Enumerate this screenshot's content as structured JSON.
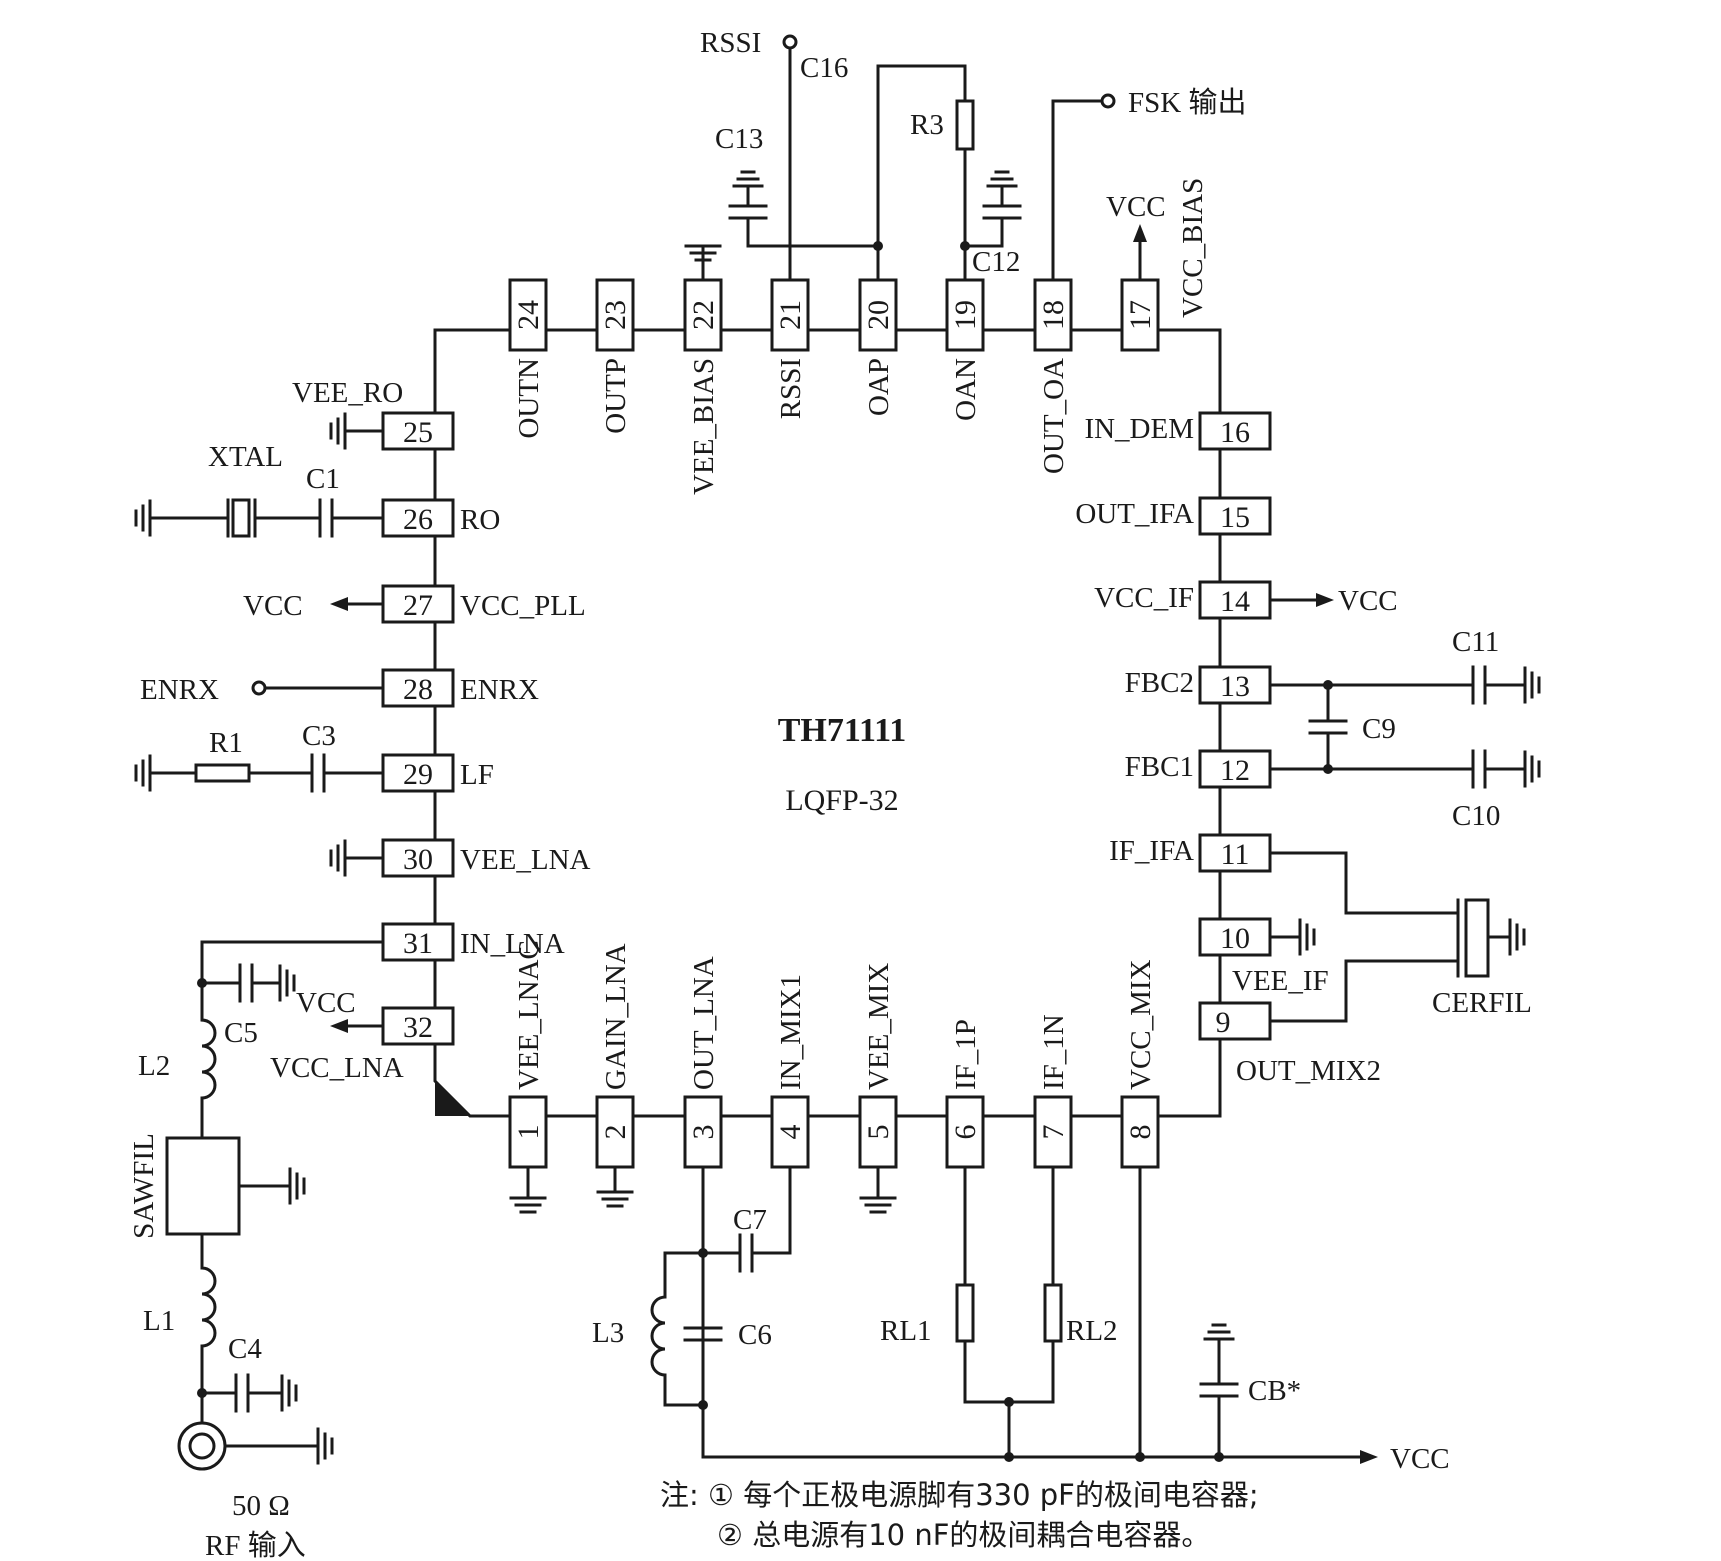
{
  "chip": {
    "name": "TH71111",
    "package": "LQFP-32"
  },
  "pins": [
    {
      "num": "1",
      "name": "VEE_LNAC"
    },
    {
      "num": "2",
      "name": "GAIN_LNA"
    },
    {
      "num": "3",
      "name": "OUT_LNA"
    },
    {
      "num": "4",
      "name": "IN_MIX1"
    },
    {
      "num": "5",
      "name": "VEE_MIX"
    },
    {
      "num": "6",
      "name": "IF_1P"
    },
    {
      "num": "7",
      "name": "IF_1N"
    },
    {
      "num": "8",
      "name": "VCC_MIX"
    },
    {
      "num": "9",
      "name": "OUT_MIX2"
    },
    {
      "num": "10",
      "name": "VEE_IF"
    },
    {
      "num": "11",
      "name": "IF_IFA"
    },
    {
      "num": "12",
      "name": "FBC1"
    },
    {
      "num": "13",
      "name": "FBC2"
    },
    {
      "num": "14",
      "name": "VCC_IF"
    },
    {
      "num": "15",
      "name": "OUT_IFA"
    },
    {
      "num": "16",
      "name": "IN_DEM"
    },
    {
      "num": "17",
      "name": "VCC_BIAS"
    },
    {
      "num": "18",
      "name": "OUT_OA"
    },
    {
      "num": "19",
      "name": "OAN"
    },
    {
      "num": "20",
      "name": "OAP"
    },
    {
      "num": "21",
      "name": "RSSI"
    },
    {
      "num": "22",
      "name": "VEE_BIAS"
    },
    {
      "num": "23",
      "name": "OUTP"
    },
    {
      "num": "24",
      "name": "OUTN"
    },
    {
      "num": "25",
      "name": "VEE_RO"
    },
    {
      "num": "26",
      "name": "RO"
    },
    {
      "num": "27",
      "name": "VCC_PLL"
    },
    {
      "num": "28",
      "name": "ENRX"
    },
    {
      "num": "29",
      "name": "LF"
    },
    {
      "num": "30",
      "name": "VEE_LNA"
    },
    {
      "num": "31",
      "name": "IN_LNA"
    },
    {
      "num": "32",
      "name": "VCC_LNA"
    }
  ],
  "components": {
    "xtal": "XTAL",
    "c1": "C1",
    "r1": "R1",
    "c3": "C3",
    "c4": "C4",
    "c5": "C5",
    "l1": "L1",
    "l2": "L2",
    "sawfil": "SAWFIL",
    "l3": "L3",
    "c6": "C6",
    "c7": "C7",
    "rl1": "RL1",
    "rl2": "RL2",
    "cb": "CB*",
    "c9": "C9",
    "c10": "C10",
    "c11": "C11",
    "cerfil": "CERFIL",
    "c12": "C12",
    "c13": "C13",
    "c16": "C16",
    "r3": "R3"
  },
  "nets": {
    "vcc": "VCC",
    "rssi": "RSSI",
    "fsk_out": "FSK 输出",
    "enrx": "ENRX",
    "rf_ohm": "50 Ω",
    "rf_in": "RF 输入"
  },
  "notes": {
    "line1": "注: ① 每个正极电源脚有330 pF的极间电容器;",
    "line2": "② 总电源有10 nF的极间耦合电容器。"
  }
}
